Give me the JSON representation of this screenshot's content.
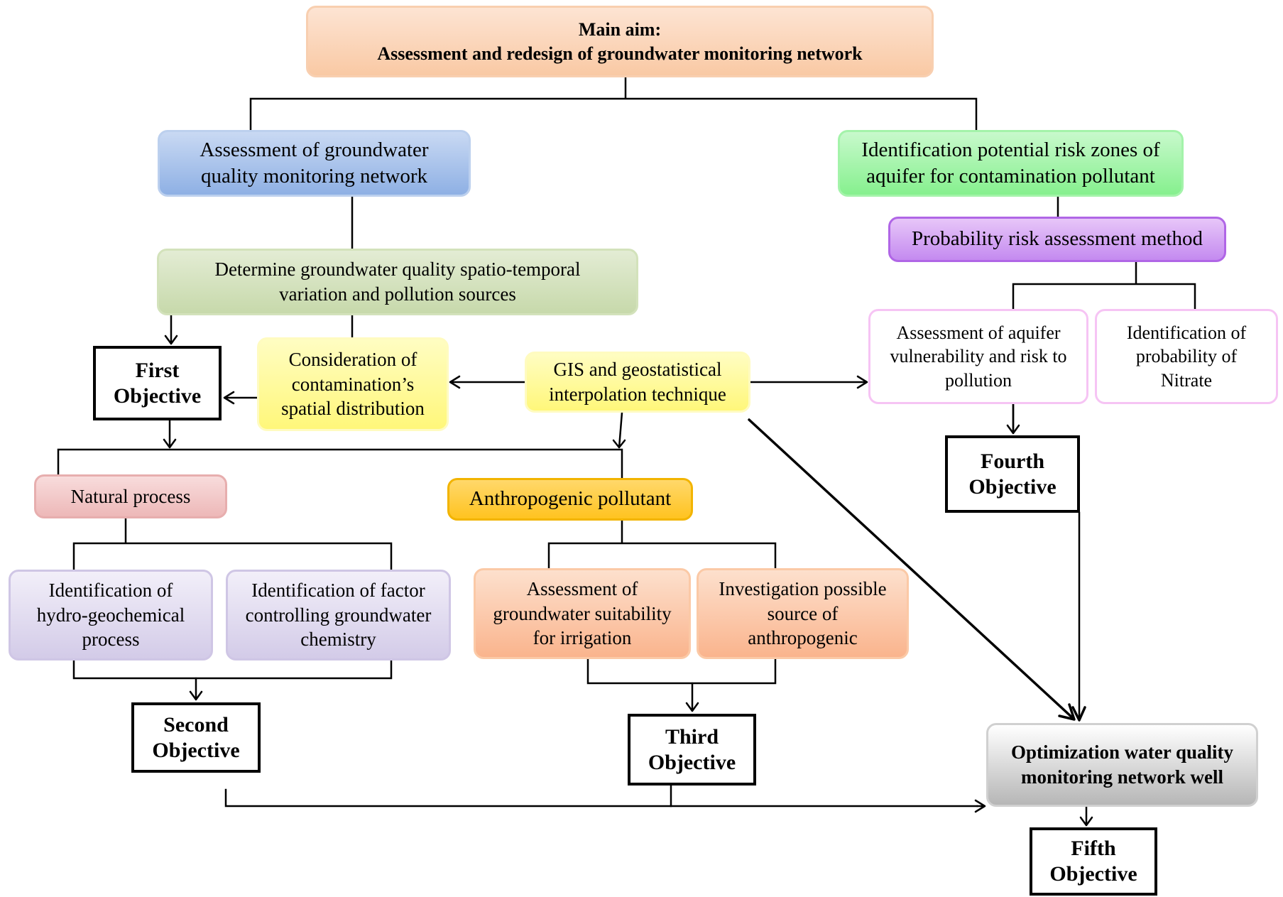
{
  "main_aim": {
    "line1": "Main aim:",
    "line2": "Assessment and redesign of groundwater monitoring network"
  },
  "branch_left": {
    "line1": "Assessment of groundwater",
    "line2": "quality monitoring network"
  },
  "branch_right": {
    "line1": "Identification potential risk zones of",
    "line2": "aquifer for contamination pollutant"
  },
  "probability_method": "Probability risk assessment method",
  "spatio_temporal": {
    "line1": "Determine groundwater quality spatio-temporal",
    "line2": "variation and pollution sources"
  },
  "contamination_distribution": {
    "line1": "Consideration of",
    "line2": "contamination’s",
    "line3": "spatial distribution"
  },
  "gis_technique": {
    "line1": "GIS and geostatistical",
    "line2": "interpolation technique"
  },
  "aquifer_vulnerability": {
    "line1": "Assessment of aquifer",
    "line2": "vulnerability and risk to",
    "line3": "pollution"
  },
  "nitrate_probability": {
    "line1": "Identification of",
    "line2": "probability of",
    "line3": "Nitrate"
  },
  "natural_process": "Natural process",
  "anthropogenic_pollutant": "Anthropogenic pollutant",
  "hydro_geochemical": {
    "line1": "Identification of",
    "line2": "hydro-geochemical",
    "line3": "process"
  },
  "factor_controlling": {
    "line1": "Identification of factor",
    "line2": "controlling groundwater",
    "line3": "chemistry"
  },
  "irrigation_suitability": {
    "line1": "Assessment of",
    "line2": "groundwater suitability",
    "line3": "for irrigation"
  },
  "anthropogenic_source": {
    "line1": "Investigation possible",
    "line2": "source of",
    "line3": "anthropogenic"
  },
  "optimization": {
    "line1": "Optimization water quality",
    "line2": "monitoring network well"
  },
  "objectives": {
    "first": {
      "line1": "First",
      "line2": "Objective"
    },
    "second": {
      "line1": "Second",
      "line2": "Objective"
    },
    "third": {
      "line1": "Third",
      "line2": "Objective"
    },
    "fourth": {
      "line1": "Fourth",
      "line2": "Objective"
    },
    "fifth": {
      "line1": "Fifth",
      "line2": "Objective"
    }
  },
  "colors": {
    "connector": "#000000",
    "main_aim_fill": "#f9c9a4",
    "assessment_fill": "#8eb0e4",
    "risk_zone_fill": "#86f08e",
    "probability_fill": "#c48af0",
    "spatio_temporal_fill": "#c7d9ab",
    "gis_fill": "#fff77a",
    "natural_fill": "#edb8b8",
    "anthropogenic_fill": "#ffc320",
    "hydro_fill": "#d3cbe8",
    "irrigation_fill": "#fab48d",
    "optimization_fill": "#b6b6b6"
  }
}
